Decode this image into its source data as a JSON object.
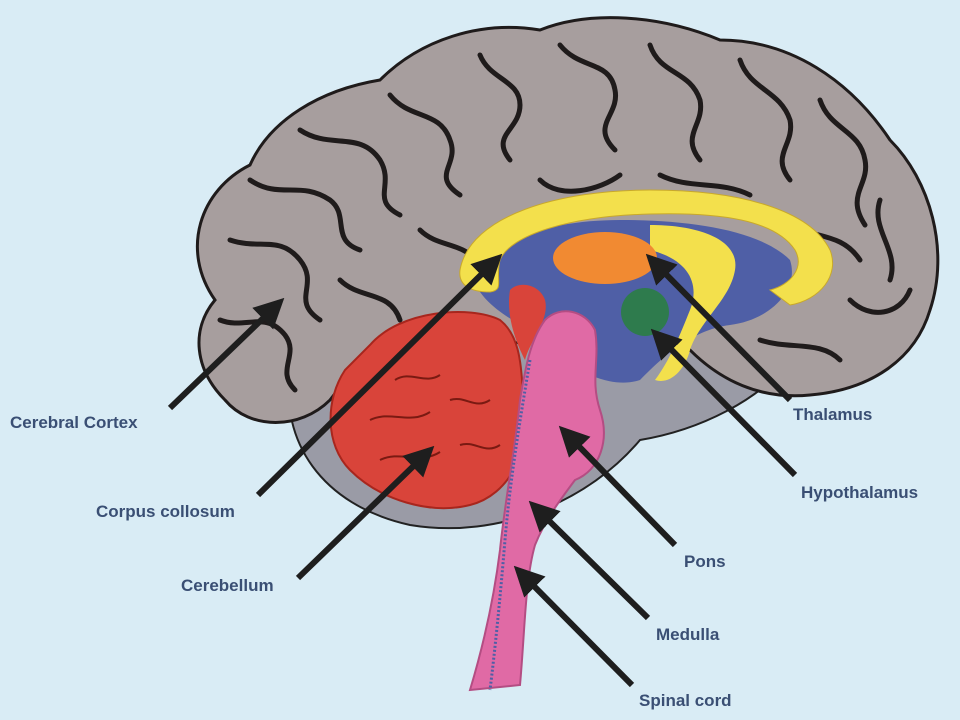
{
  "colors": {
    "background": "#d9ecf5",
    "cortex": "#a79e9e",
    "sulci": "#1f1b1b",
    "inner_gray": "#9a9ba6",
    "corpus_callosum": "#f3e04c",
    "ventricle": "#4f5fa6",
    "thalamus": "#f18a32",
    "hypothalamus": "#2e7b4d",
    "cerebellum": "#d9443a",
    "brainstem": "#e06aa5",
    "arrow": "#1e1e1e",
    "label": "#3a4f74"
  },
  "labels": {
    "cerebral_cortex": "Cerebral Cortex",
    "corpus_collosum": "Corpus collosum",
    "cerebellum": "Cerebellum",
    "thalamus": "Thalamus",
    "hypothalamus": "Hypothalamus",
    "pons": "Pons",
    "medulla": "Medulla",
    "spinal_cord": "Spinal cord"
  }
}
